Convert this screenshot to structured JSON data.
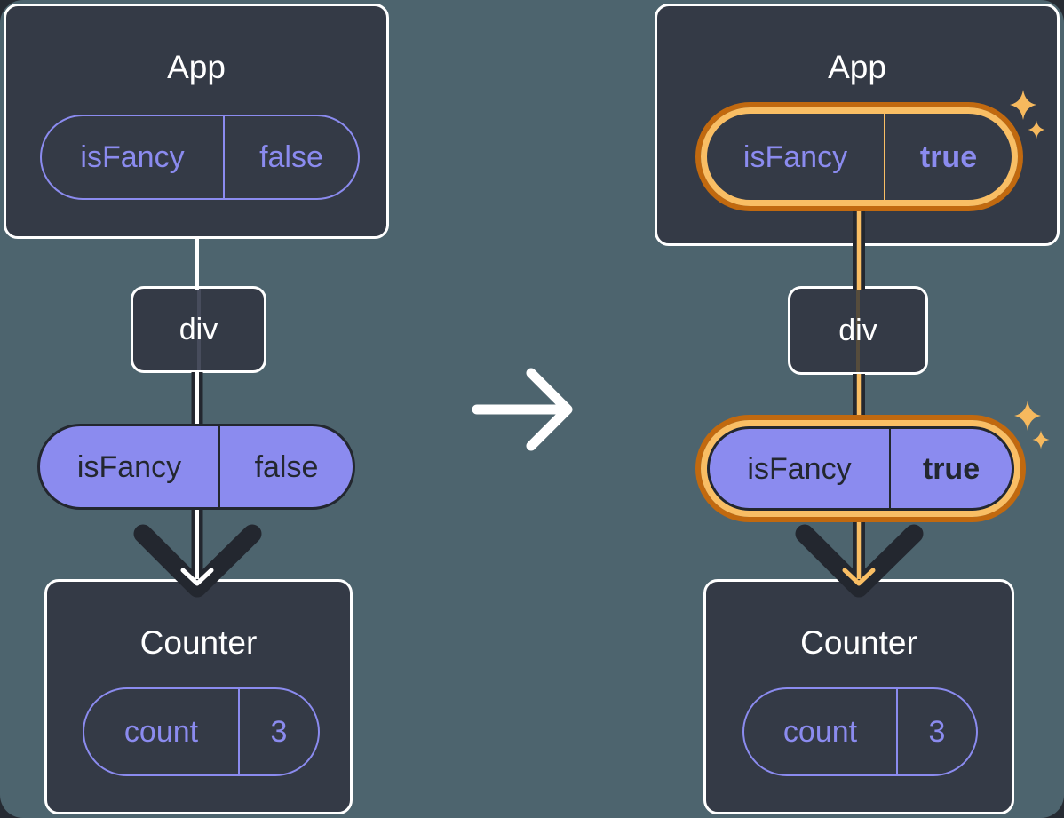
{
  "colors": {
    "background": "#4d646e",
    "card": "#343a46",
    "card_border": "#ffffff",
    "accent_purple": "#8b8bef",
    "dark_stroke": "#23272f",
    "highlight_orange": "#c1690f",
    "highlight_orange_light": "#f9be64",
    "sparkle": "#f6b95e",
    "white": "#ffffff"
  },
  "before": {
    "app": {
      "title": "App",
      "state_pill": {
        "name": "isFancy",
        "value": "false"
      }
    },
    "div": {
      "label": "div"
    },
    "prop_pill": {
      "name": "isFancy",
      "value": "false"
    },
    "counter": {
      "title": "Counter",
      "state_pill": {
        "name": "count",
        "value": "3"
      }
    }
  },
  "after": {
    "app": {
      "title": "App",
      "state_pill": {
        "name": "isFancy",
        "value": "true"
      }
    },
    "div": {
      "label": "div"
    },
    "prop_pill": {
      "name": "isFancy",
      "value": "true"
    },
    "counter": {
      "title": "Counter",
      "state_pill": {
        "name": "count",
        "value": "3"
      }
    }
  },
  "icons": {
    "transition": "arrow-right",
    "highlight": "sparkle",
    "flow": "arrow-down"
  }
}
